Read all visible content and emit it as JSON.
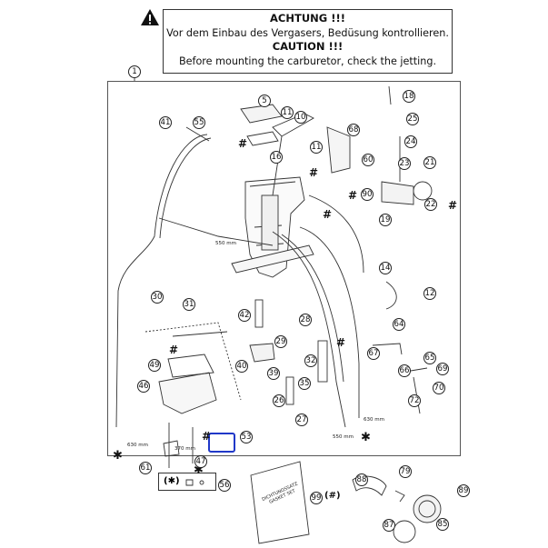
{
  "warning": {
    "title_de": "ACHTUNG !!!",
    "text_de": "Vor dem Einbau des Vergasers, Bedüsung kontrollieren.",
    "title_en": "CAUTION !!!",
    "text_en": "Before mounting the carburetor, check the jetting."
  },
  "legend": {
    "symbol": "(✱)"
  },
  "gasket_set_text": {
    "line1": "DICHTUNGSSATZ",
    "line2": "GASKET SET"
  },
  "extra_label_99": "(#)",
  "length_labels": {
    "l550a": "550 mm",
    "l550b": "550 mm",
    "l630a": "630 mm",
    "l630b": "630 mm",
    "l370": "370 mm"
  },
  "callouts": {
    "c1": "1",
    "c5": "5",
    "c10": "10",
    "c11a": "11",
    "c11b": "11",
    "c12": "12",
    "c14": "14",
    "c16": "16",
    "c18": "18",
    "c19": "19",
    "c21": "21",
    "c22": "22",
    "c23": "23",
    "c24": "24",
    "c25": "25",
    "c26": "26",
    "c27": "27",
    "c28": "28",
    "c29": "29",
    "c30": "30",
    "c31": "31",
    "c32": "32",
    "c35": "35",
    "c39": "39",
    "c40": "40",
    "c41": "41",
    "c42": "42",
    "c46": "46",
    "c47": "47",
    "c49": "49",
    "c53": "53",
    "c55": "55",
    "c56": "56",
    "c60": "60",
    "c61": "61",
    "c64": "64",
    "c65": "65",
    "c66": "66",
    "c67": "67",
    "c68": "68",
    "c69": "69",
    "c70": "70",
    "c72": "72",
    "c79": "79",
    "c85": "85",
    "c87": "87",
    "c88": "88",
    "c89": "89",
    "c90": "90",
    "c99": "99"
  },
  "symbols": {
    "hash": "#",
    "star": "✱"
  },
  "colors": {
    "highlight": "#2038c8",
    "line": "#333333"
  }
}
